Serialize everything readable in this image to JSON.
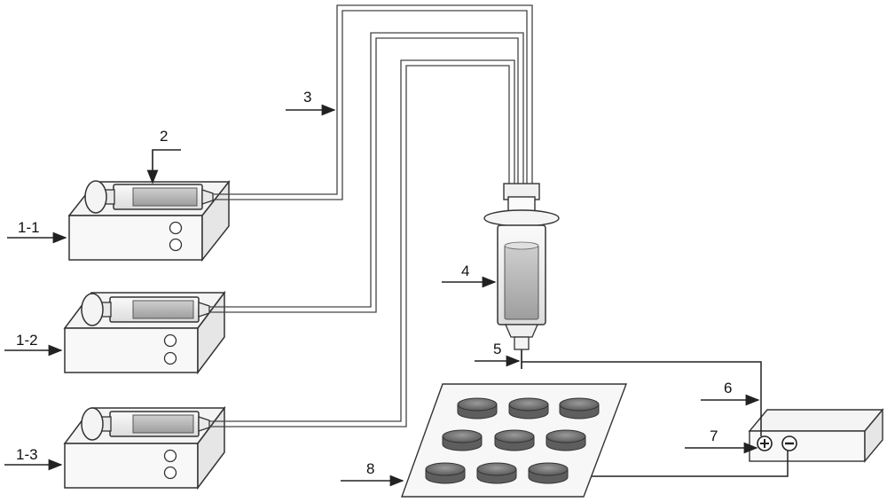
{
  "labels": {
    "pump_1": "1-1",
    "pump_2": "1-2",
    "pump_3": "1-3",
    "syringe": "2",
    "tubing": "3",
    "mixing_syringe": "4",
    "needle": "5",
    "positive_terminal": "6",
    "negative_terminal": "7",
    "collector_plate": "8"
  },
  "colors": {
    "line": "#333333",
    "fill_light": "#f2f2f2",
    "liquid": "#b8b8b8",
    "dish": "#8a8a8a",
    "dish_dark": "#5e5e5e"
  }
}
